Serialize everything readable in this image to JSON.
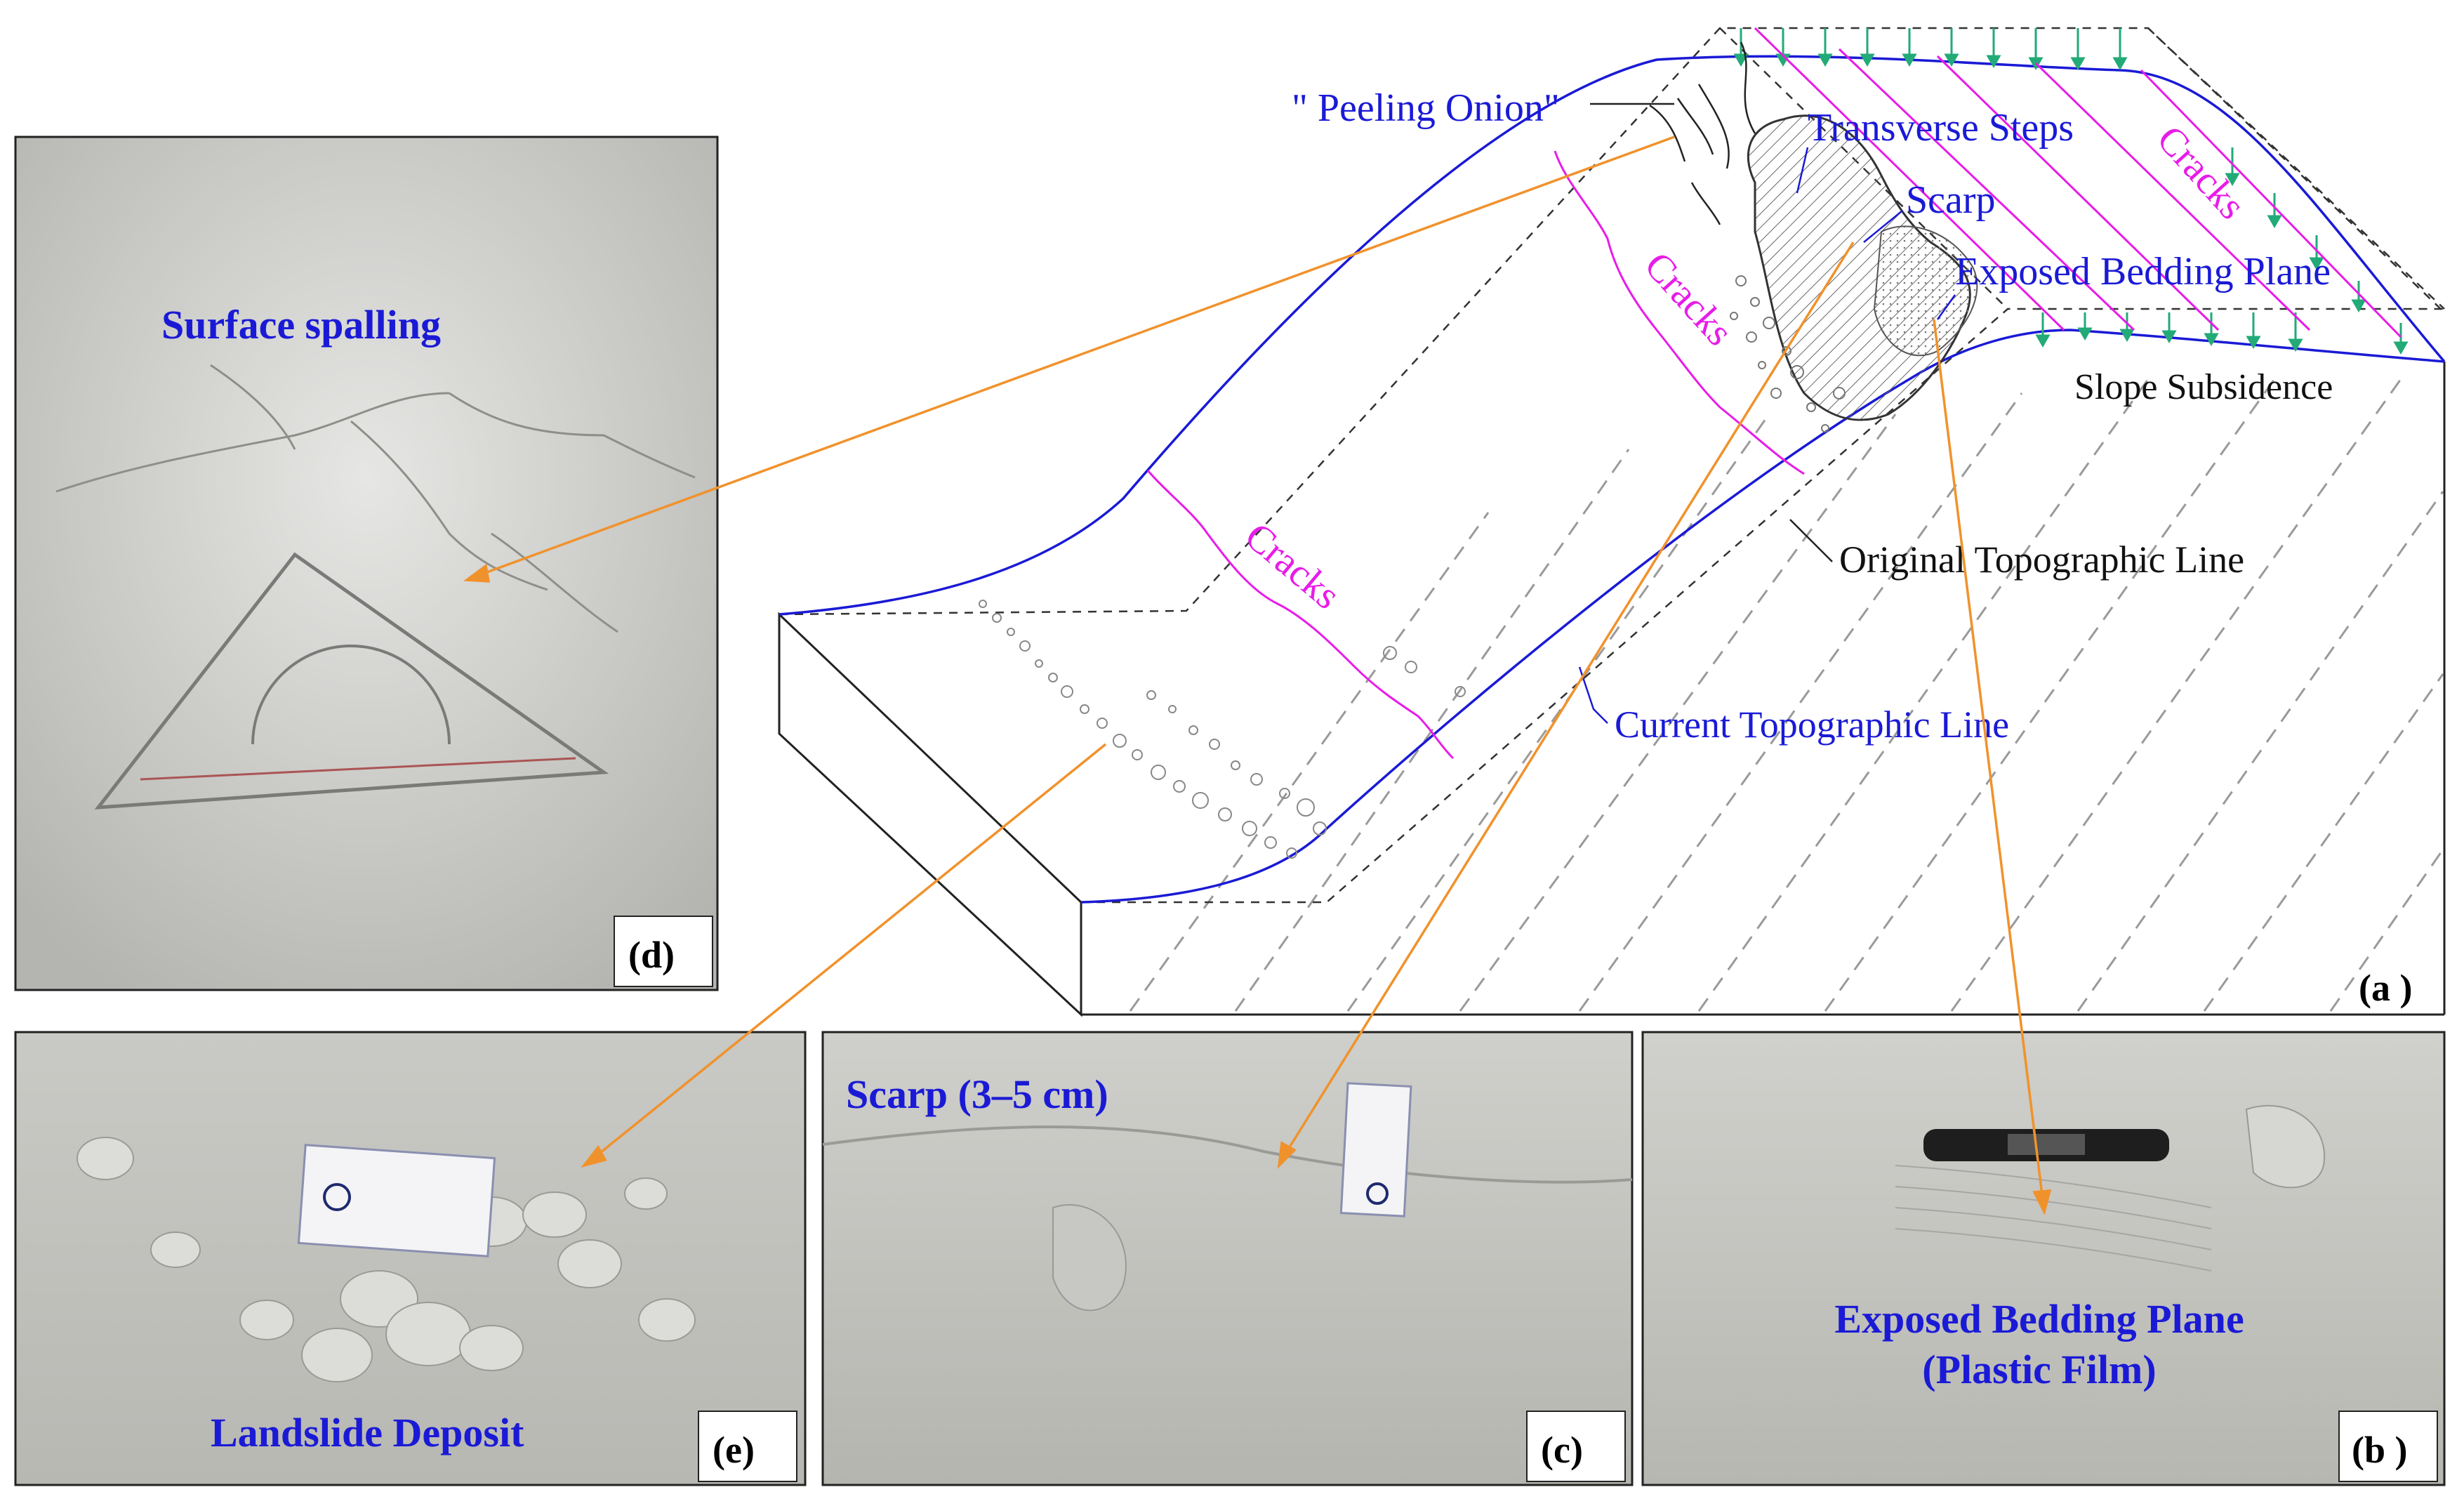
{
  "diagram": {
    "peeling_onion": "\" Peeling Onion\"",
    "transverse_steps": "Transverse Steps",
    "scarp": "Scarp",
    "exposed_bedding_plane": "Exposed Bedding Plane",
    "slope_subsidence": "Slope Subsidence",
    "original_topographic_line": "Original Topographic Line",
    "current_topographic_line": "Current Topographic Line",
    "cracks_upper": "Cracks",
    "cracks_middle": "Cracks",
    "cracks_lower": "Cracks",
    "panel_label": "(a )"
  },
  "panels": {
    "d": {
      "title": "Surface spalling",
      "tag": "(d)"
    },
    "e": {
      "title": "Landslide Deposit",
      "tag": "(e)"
    },
    "c": {
      "title": "Scarp (3–5 cm)",
      "tag": "(c)"
    },
    "b": {
      "title_line1": "Exposed Bedding Plane",
      "title_line2": "(Plastic Film)",
      "tag": "(b )"
    }
  },
  "colors": {
    "topo_line": "#1a1ad6",
    "cracks": "#e81ce8",
    "arrows": "#f0922c",
    "subsidence_arrows": "#22aa77"
  }
}
